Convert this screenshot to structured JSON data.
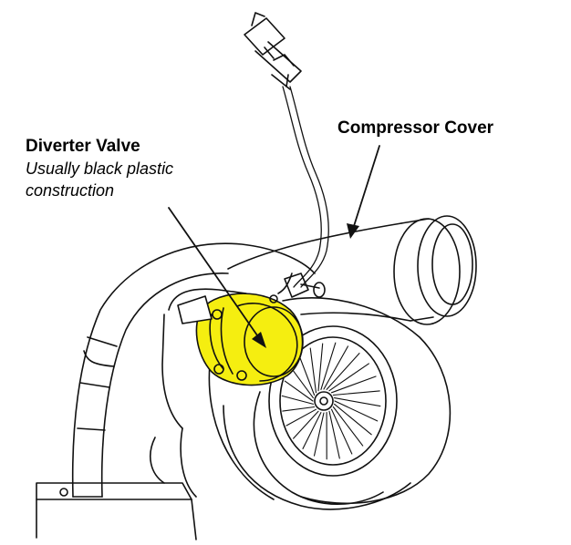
{
  "labels": {
    "diverter_valve_title": "Diverter Valve",
    "diverter_valve_line1": "Usually black plastic",
    "diverter_valve_line2": "construction",
    "compressor_cover": "Compressor Cover"
  },
  "colors": {
    "highlight": "#f5ee10",
    "line": "#111111",
    "background": "#ffffff"
  }
}
